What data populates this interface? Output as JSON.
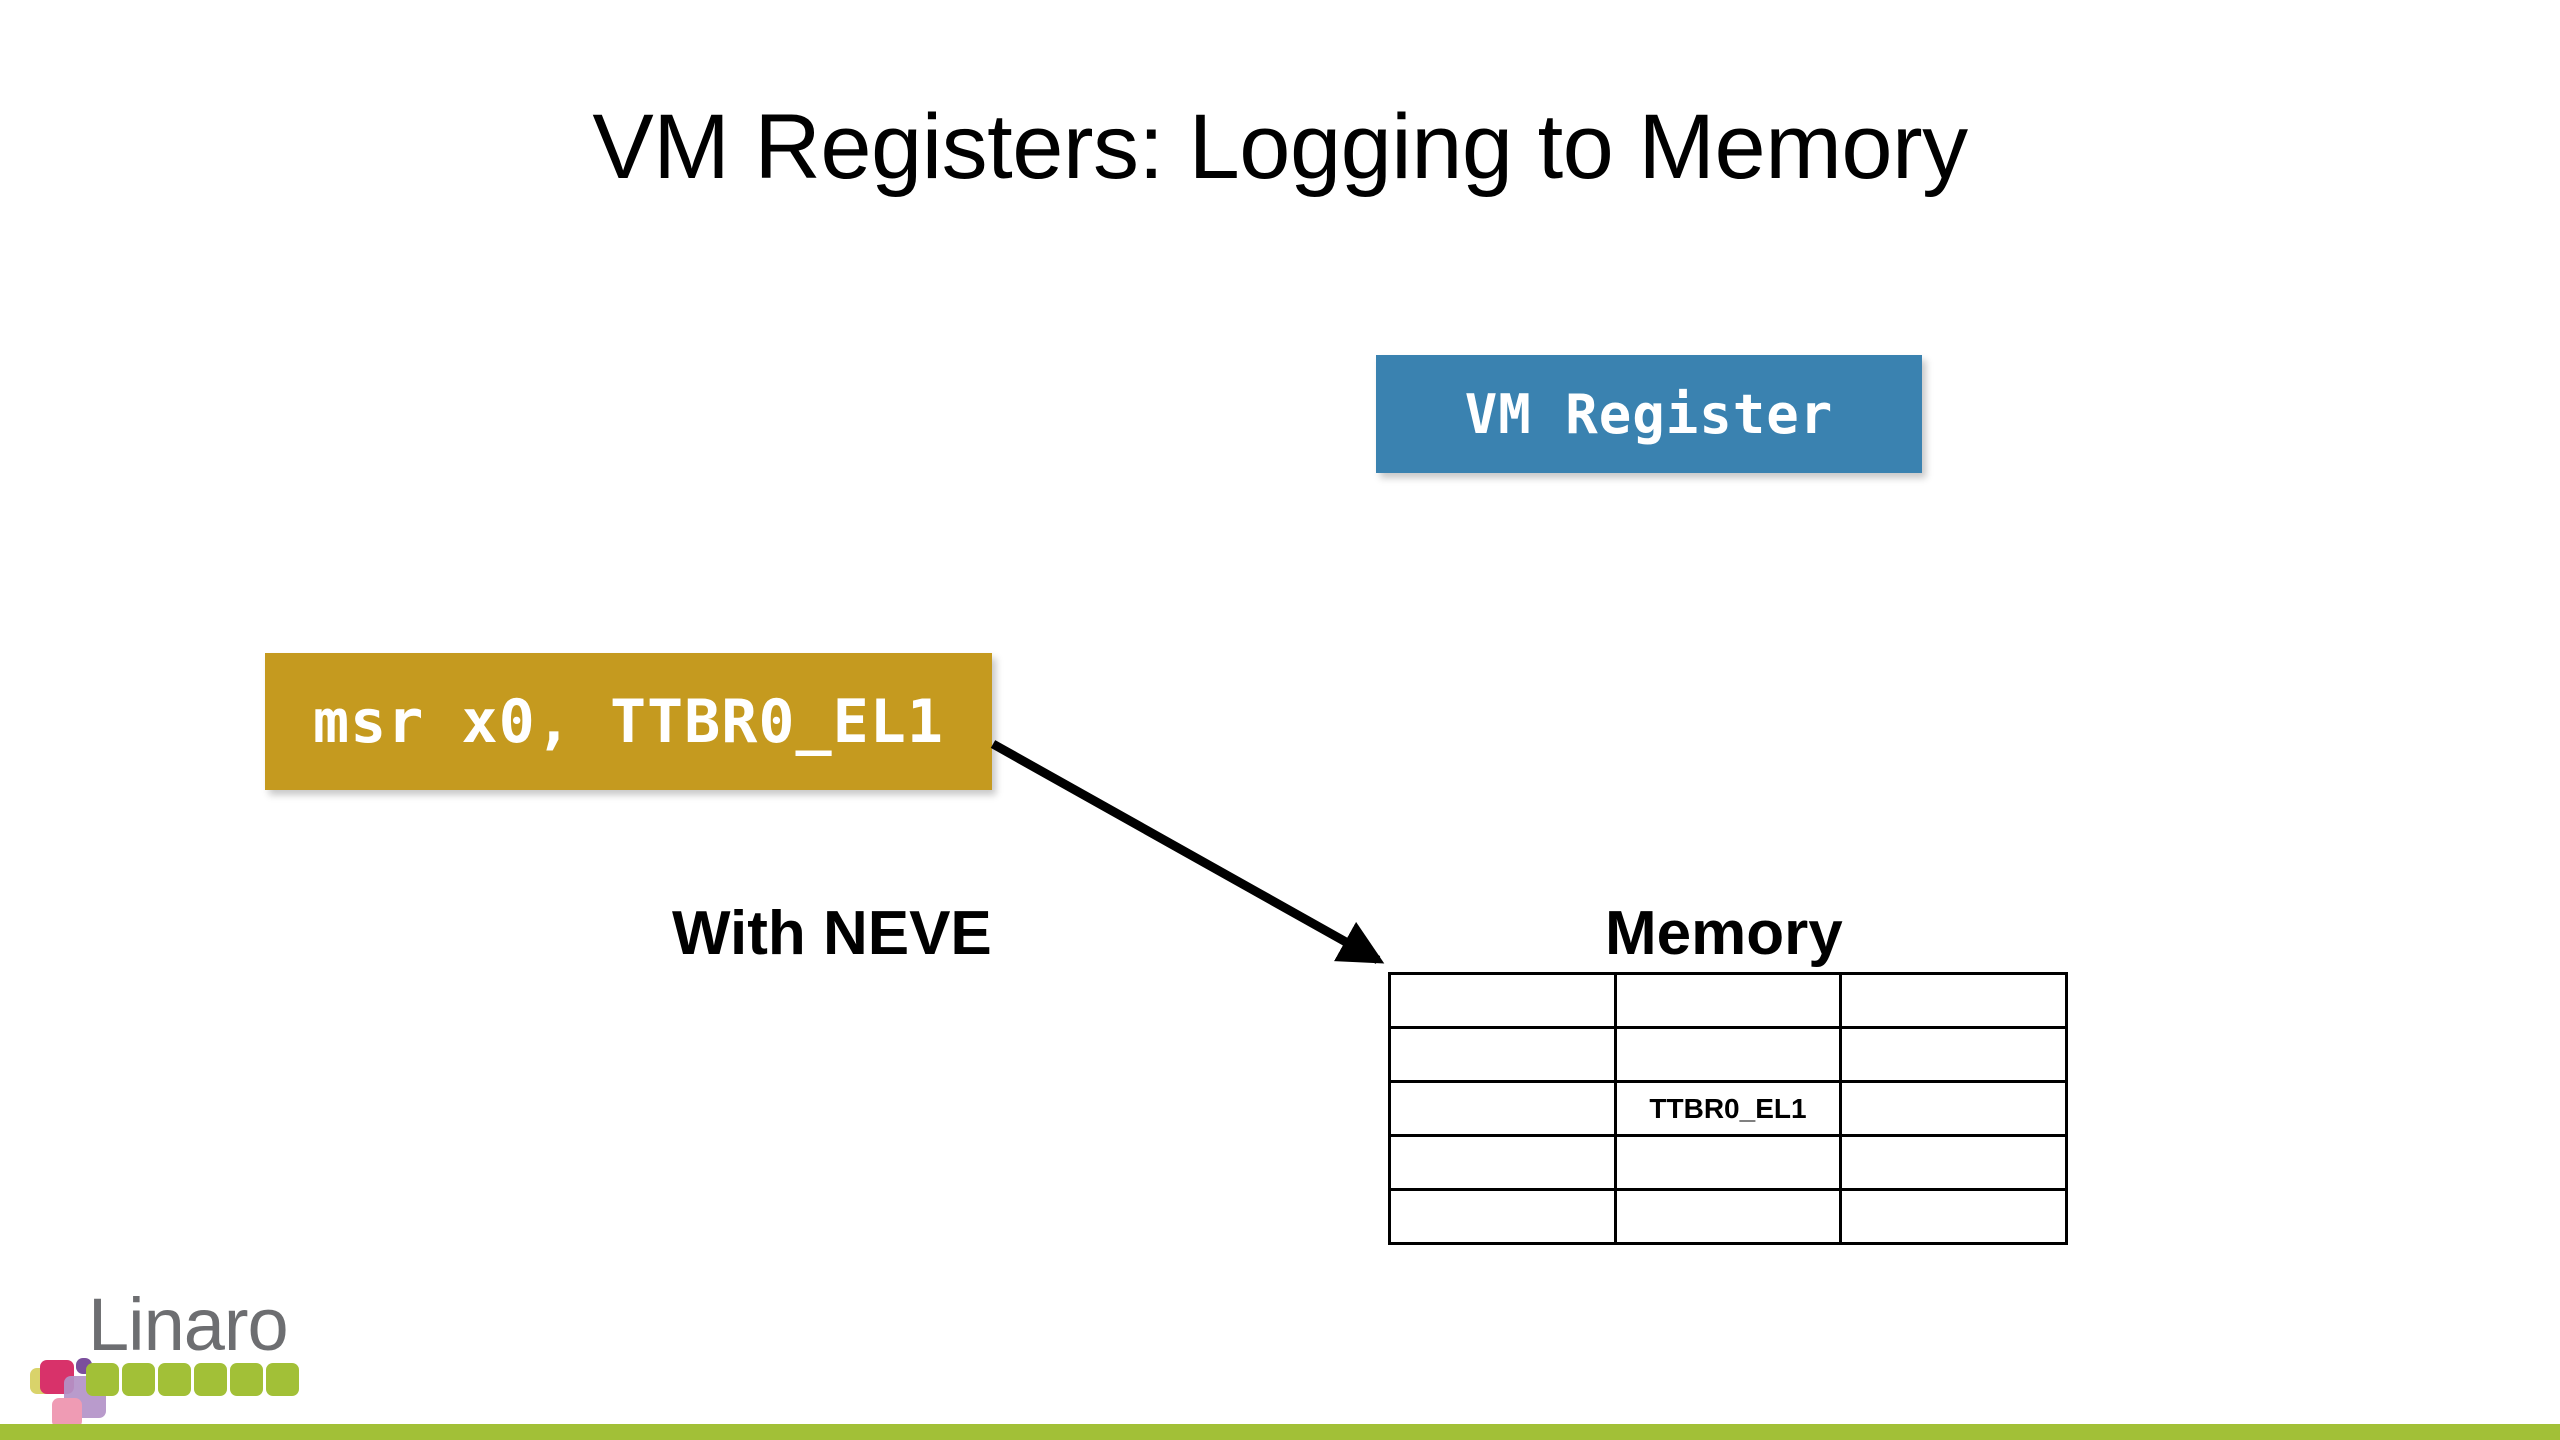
{
  "slide": {
    "title": "VM Registers: Logging to Memory",
    "background_color": "#ffffff"
  },
  "diagram": {
    "vm_register_box": {
      "label": "VM Register",
      "fill_color": "#3a82b0",
      "text_color": "#ffffff"
    },
    "instruction_box": {
      "label": "msr x0, TTBR0_EL1",
      "fill_color": "#c59a1f",
      "text_color": "#ffffff"
    },
    "arrow": {
      "name": "instruction-to-memory-arrow",
      "color": "#000000"
    },
    "labels": {
      "with_neve": "With NEVE",
      "memory": "Memory"
    },
    "memory_table": {
      "rows": 5,
      "cols": 3,
      "cells": [
        [
          "",
          "",
          ""
        ],
        [
          "",
          "",
          ""
        ],
        [
          "",
          "TTBR0_EL1",
          ""
        ],
        [
          "",
          "",
          ""
        ],
        [
          "",
          "",
          ""
        ]
      ],
      "border_color": "#000000"
    }
  },
  "footer": {
    "logo_text": "Linaro",
    "logo_text_color": "#6d6e71",
    "bar_color": "#a2c037",
    "swatch_colors": {
      "green": "#a2c037",
      "crimson": "#d8326a",
      "purple_small": "#7b4f9d",
      "purple_large": "#b392c8",
      "pink": "#ef9bb4",
      "olive": "#d9d36a"
    }
  }
}
